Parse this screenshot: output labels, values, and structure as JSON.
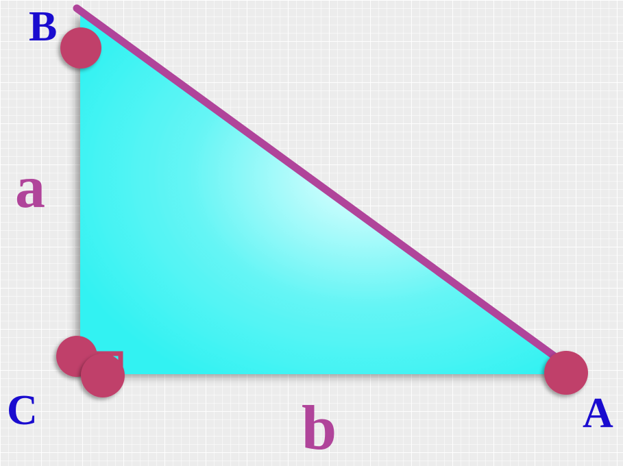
{
  "vertices": {
    "B": "B",
    "C": "C",
    "A": "A"
  },
  "sides": {
    "a": "a",
    "b": "b"
  },
  "colors": {
    "triangle_fill": "#33f2f2",
    "triangle_highlight": "#e6ffff",
    "edge": "#c0406a",
    "hypotenuse": "#b0449a",
    "vertex_label": "#1a0ccf",
    "side_label": "#b0449a"
  },
  "marks": {
    "right_angle_at": "C"
  }
}
